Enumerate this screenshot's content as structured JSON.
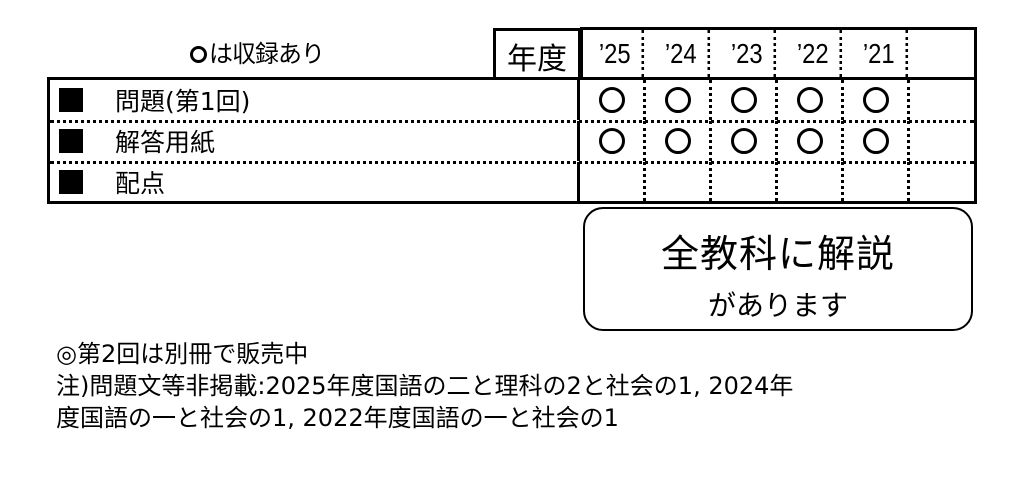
{
  "legend": {
    "mark_icon": "circle-icon",
    "text": "は収録あり"
  },
  "header": {
    "nendo_label": "年度",
    "years": [
      "’25",
      "’24",
      "’23",
      "’22",
      "’21",
      ""
    ]
  },
  "rows": [
    {
      "label": "問題(第1回)",
      "marks": [
        true,
        true,
        true,
        true,
        true,
        false
      ]
    },
    {
      "label": "解答用紙",
      "marks": [
        true,
        true,
        true,
        true,
        true,
        false
      ]
    },
    {
      "label": "配点",
      "marks": [
        false,
        false,
        false,
        false,
        false,
        false
      ]
    }
  ],
  "badge": {
    "line1": "全教科に解説",
    "line2": "があります"
  },
  "notes": {
    "line1": "◎第2回は別冊で販売中",
    "line2": "注)問題文等非掲載:2025年度国語の二と理科の2と社会の1, 2024年",
    "line3": "度国語の一と社会の1, 2022年度国語の一と社会の1"
  }
}
